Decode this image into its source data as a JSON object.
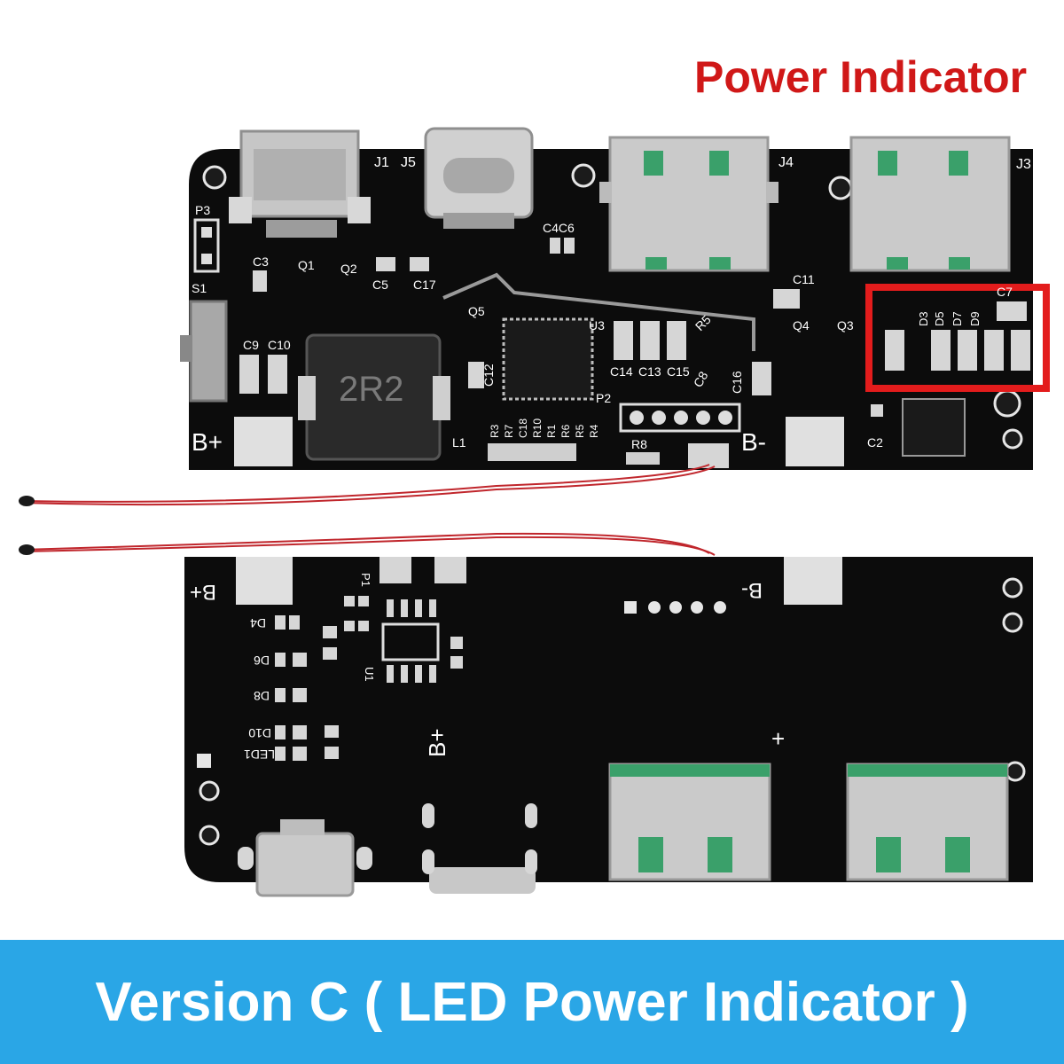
{
  "callout": {
    "label": "Power Indicator",
    "color": "#d01818"
  },
  "banner": {
    "text": "Version C ( LED Power Indicator )",
    "background": "#2aa6e6"
  },
  "board_top": {
    "silkscreen": {
      "j1": "J1",
      "j5": "J5",
      "j4": "J4",
      "j3": "J3",
      "p3": "P3",
      "s1": "S1",
      "c3": "C3",
      "q1": "Q1",
      "q2": "Q2",
      "c5": "C5",
      "c17": "C17",
      "c4c6": "C4C6",
      "c11": "C11",
      "c7": "C7",
      "q5": "Q5",
      "u3": "U3",
      "c9": "C9",
      "c10": "C10",
      "c12": "C12",
      "c14": "C14",
      "c13": "C13",
      "c15": "C15",
      "c8": "C8",
      "c16": "C16",
      "r5": "R5",
      "q4": "Q4",
      "q3": "Q3",
      "d3": "D3",
      "d5": "D5",
      "d7": "D7",
      "d9": "D9",
      "inductor": "2R2",
      "l1": "L1",
      "p2": "P2",
      "r8": "R8",
      "bplus": "B+",
      "bminus": "B-",
      "c2": "C2",
      "resistors": [
        "R3",
        "R7",
        "C18",
        "R10",
        "R1",
        "R6",
        "R5",
        "R4"
      ]
    }
  },
  "board_bottom": {
    "silkscreen": {
      "bplus_corner": "B+",
      "bminus_corner": "B-",
      "p1": "P1",
      "u1": "U1",
      "d4": "D4",
      "d6": "D6",
      "d8": "D8",
      "d10": "D10",
      "led1": "LED1",
      "bplus_center": "B+",
      "plus_right": "+"
    }
  },
  "colors": {
    "pcb": "#0c0c0c",
    "pad": "#d6d6d6",
    "connector": "#c4c4c4",
    "usb_tongue": "#3aa06a",
    "wire": "#c0262c",
    "highlight": "#e31c1c"
  }
}
